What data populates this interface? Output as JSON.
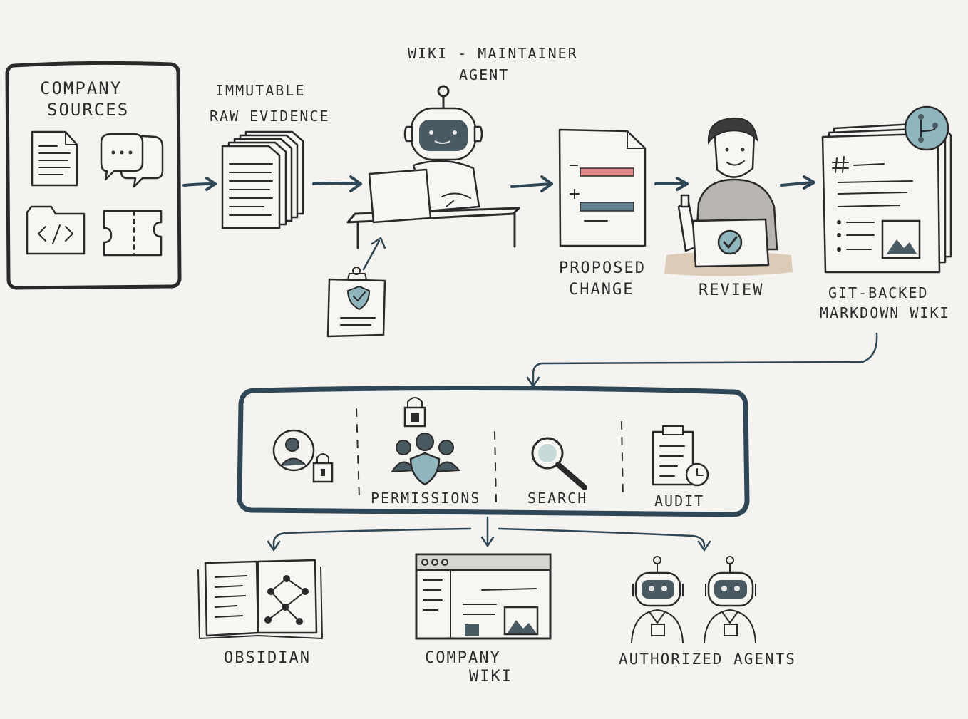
{
  "labels": {
    "company_sources": [
      "COMPANY",
      "SOURCES"
    ],
    "raw_evidence": [
      "IMMUTABLE",
      "RAW EVIDENCE"
    ],
    "agent": [
      "WIKI - MAINTAINER",
      "AGENT"
    ],
    "proposed_change": [
      "PROPOSED",
      "CHANGE"
    ],
    "review": "REVIEW",
    "git_wiki": [
      "GIT-BACKED",
      "MARKDOWN WIKI"
    ],
    "permissions": "PERMISSIONS",
    "search": "SEARCH",
    "audit": "AUDIT",
    "obsidian": "OBSIDIAN",
    "company_wiki": [
      "COMPANY",
      "WIKI"
    ],
    "authorized_agents": "AUTHORIZED AGENTS"
  },
  "colors": {
    "ink": "#2a2a2a",
    "arrow": "#2f4656",
    "deletion": "#e0898a",
    "addition": "#5f7f8c",
    "teal_accent": "#8fb5bd",
    "slate": "#4a5a62",
    "desk_wash": "#c9a989"
  },
  "icons": {
    "sources": [
      "document-icon",
      "chat-icon",
      "code-folder-icon",
      "puzzle-icon"
    ],
    "layer": [
      "user-lock-icon",
      "team-lock-icon",
      "magnifier-icon",
      "clipboard-clock-icon"
    ]
  }
}
